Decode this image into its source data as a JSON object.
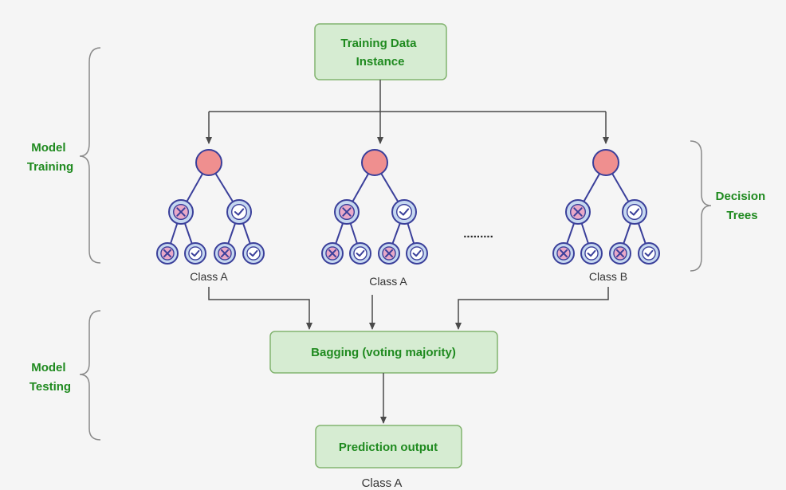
{
  "colors": {
    "box_fill": "#d6ecd2",
    "box_stroke": "#82b36f",
    "box_text": "#1f8a1f",
    "side_label": "#1f8a1f",
    "root_node": "#ef8f8f",
    "child_node": "#c6d8f0",
    "node_stroke": "#3a3f9a",
    "edge": "#3a3f9a",
    "arrow": "#4a4a4a",
    "class_text": "#333333"
  },
  "input_box": {
    "line1": "Training Data",
    "line2": "Instance"
  },
  "bagging_box": {
    "label": "Bagging (voting majority)"
  },
  "output_box": {
    "label": "Prediction output"
  },
  "final_class": "Class A",
  "side_labels": {
    "training": {
      "line1": "Model",
      "line2": "Training"
    },
    "testing": {
      "line1": "Model",
      "line2": "Testing"
    },
    "trees": {
      "line1": "Decision",
      "line2": "Trees"
    }
  },
  "trees": [
    {
      "class_label": "Class A",
      "mid_icons": [
        "cross-icon",
        "check-icon"
      ],
      "leaf_icons": [
        "cross-icon",
        "check-icon",
        "cross-icon",
        "check-icon"
      ]
    },
    {
      "class_label": "Class A",
      "mid_icons": [
        "cross-icon",
        "check-icon"
      ],
      "leaf_icons": [
        "cross-icon",
        "check-icon",
        "cross-icon",
        "check-icon"
      ]
    },
    {
      "class_label": "Class B",
      "mid_icons": [
        "cross-icon",
        "check-icon"
      ],
      "leaf_icons": [
        "cross-icon",
        "check-icon",
        "cross-icon",
        "check-icon"
      ]
    }
  ],
  "ellipsis": "........."
}
